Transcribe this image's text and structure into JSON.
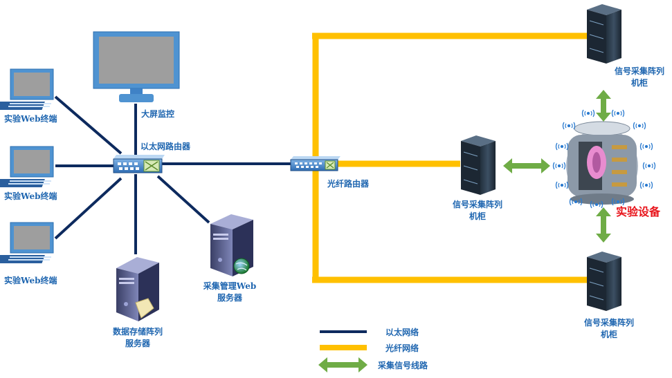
{
  "labels": {
    "big_screen": "大屏监控",
    "eth_router": "以太网路由器",
    "web_terminal_1": "实验Web终端",
    "web_terminal_2": "实验Web终端",
    "web_terminal_3": "实验Web终端",
    "storage_server": [
      "数据存储阵列",
      "服务器"
    ],
    "collect_server": [
      "采集管理Web",
      "服务器"
    ],
    "fiber_router": "光纤路由器",
    "cabinet_top": [
      "信号采集阵列",
      "机柜"
    ],
    "cabinet_mid": [
      "信号采集阵列",
      "机柜"
    ],
    "cabinet_bottom": [
      "信号采集阵列",
      "机柜"
    ],
    "experiment_device": "实验设备"
  },
  "legend": [
    {
      "label": "以太网络",
      "style": "ethernet"
    },
    {
      "label": "光纤网络",
      "style": "fiber"
    },
    {
      "label": "采集信号线路",
      "style": "signal"
    }
  ],
  "colors": {
    "ethernet": "#0d2a5e",
    "fiber": "#ffc000",
    "signal": "#6fac46",
    "label": "#1f66b0",
    "accent": "#e8141b"
  }
}
